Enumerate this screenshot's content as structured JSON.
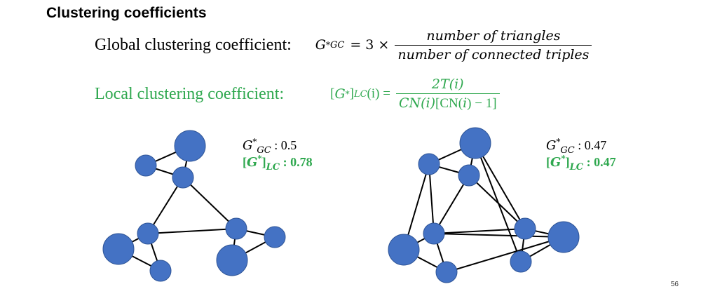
{
  "title": "Clustering coefficients",
  "global": {
    "label": "Global clustering coefficient:",
    "symbol": "G",
    "sup": "*",
    "sub": "GC",
    "equals_part": "= 3 ×",
    "numerator": "number of triangles",
    "denominator": "number of connected triples"
  },
  "local": {
    "label": "Local clustering coefficient:",
    "lhs_open": "[",
    "lhs_symbol": "G",
    "lhs_sup": "*",
    "lhs_close": "]",
    "lhs_sub": "LC",
    "lhs_arg": " (i) =",
    "numerator": "2T(i)",
    "den_italic_1": "CN(i)",
    "den_upright": "[CN(",
    "den_italic_2": "i",
    "den_tail": ") − 1]"
  },
  "graph1": {
    "gc_sym": "G",
    "gc_sup": "*",
    "gc_sub": "GC",
    "gc_value": " : 0.5",
    "lc_open": "[",
    "lc_sym": "G",
    "lc_sup": "*",
    "lc_close": "]",
    "lc_sub": "LC",
    "lc_value": " : 0.78",
    "nodes": [
      {
        "id": "a",
        "size": "large"
      },
      {
        "id": "b",
        "size": "small"
      },
      {
        "id": "c",
        "size": "small"
      },
      {
        "id": "d",
        "size": "small"
      },
      {
        "id": "e",
        "size": "large"
      },
      {
        "id": "f",
        "size": "small"
      },
      {
        "id": "g",
        "size": "small"
      },
      {
        "id": "h",
        "size": "small"
      },
      {
        "id": "i",
        "size": "large"
      }
    ],
    "edges": [
      [
        "b",
        "a"
      ],
      [
        "b",
        "c"
      ],
      [
        "a",
        "c"
      ],
      [
        "c",
        "d"
      ],
      [
        "c",
        "g"
      ],
      [
        "d",
        "g"
      ],
      [
        "d",
        "e"
      ],
      [
        "d",
        "f"
      ],
      [
        "e",
        "f"
      ],
      [
        "g",
        "h"
      ],
      [
        "g",
        "i"
      ],
      [
        "h",
        "i"
      ]
    ]
  },
  "graph2": {
    "gc_sym": "G",
    "gc_sup": "*",
    "gc_sub": "GC",
    "gc_value": " : 0.47",
    "lc_open": "[",
    "lc_sym": "G",
    "lc_sup": "*",
    "lc_close": "]",
    "lc_sub": "LC",
    "lc_value": " : 0.47",
    "nodes": [
      {
        "id": "a",
        "size": "large"
      },
      {
        "id": "b",
        "size": "small"
      },
      {
        "id": "c",
        "size": "small"
      },
      {
        "id": "d",
        "size": "small"
      },
      {
        "id": "e",
        "size": "large"
      },
      {
        "id": "f",
        "size": "small"
      },
      {
        "id": "g",
        "size": "small"
      },
      {
        "id": "h",
        "size": "large"
      },
      {
        "id": "i",
        "size": "small"
      }
    ],
    "edges": [
      [
        "b",
        "a"
      ],
      [
        "b",
        "c"
      ],
      [
        "a",
        "c"
      ],
      [
        "b",
        "e"
      ],
      [
        "b",
        "d"
      ],
      [
        "c",
        "d"
      ],
      [
        "a",
        "g"
      ],
      [
        "a",
        "i"
      ],
      [
        "c",
        "g"
      ],
      [
        "e",
        "d"
      ],
      [
        "d",
        "f"
      ],
      [
        "e",
        "f"
      ],
      [
        "d",
        "g"
      ],
      [
        "d",
        "h"
      ],
      [
        "f",
        "h"
      ],
      [
        "g",
        "h"
      ],
      [
        "g",
        "i"
      ],
      [
        "h",
        "i"
      ]
    ]
  },
  "colors": {
    "node": "#4472c4",
    "node_stroke": "#2f5597",
    "edge": "#000000",
    "accent": "#2fa84f"
  },
  "page_number": "56"
}
